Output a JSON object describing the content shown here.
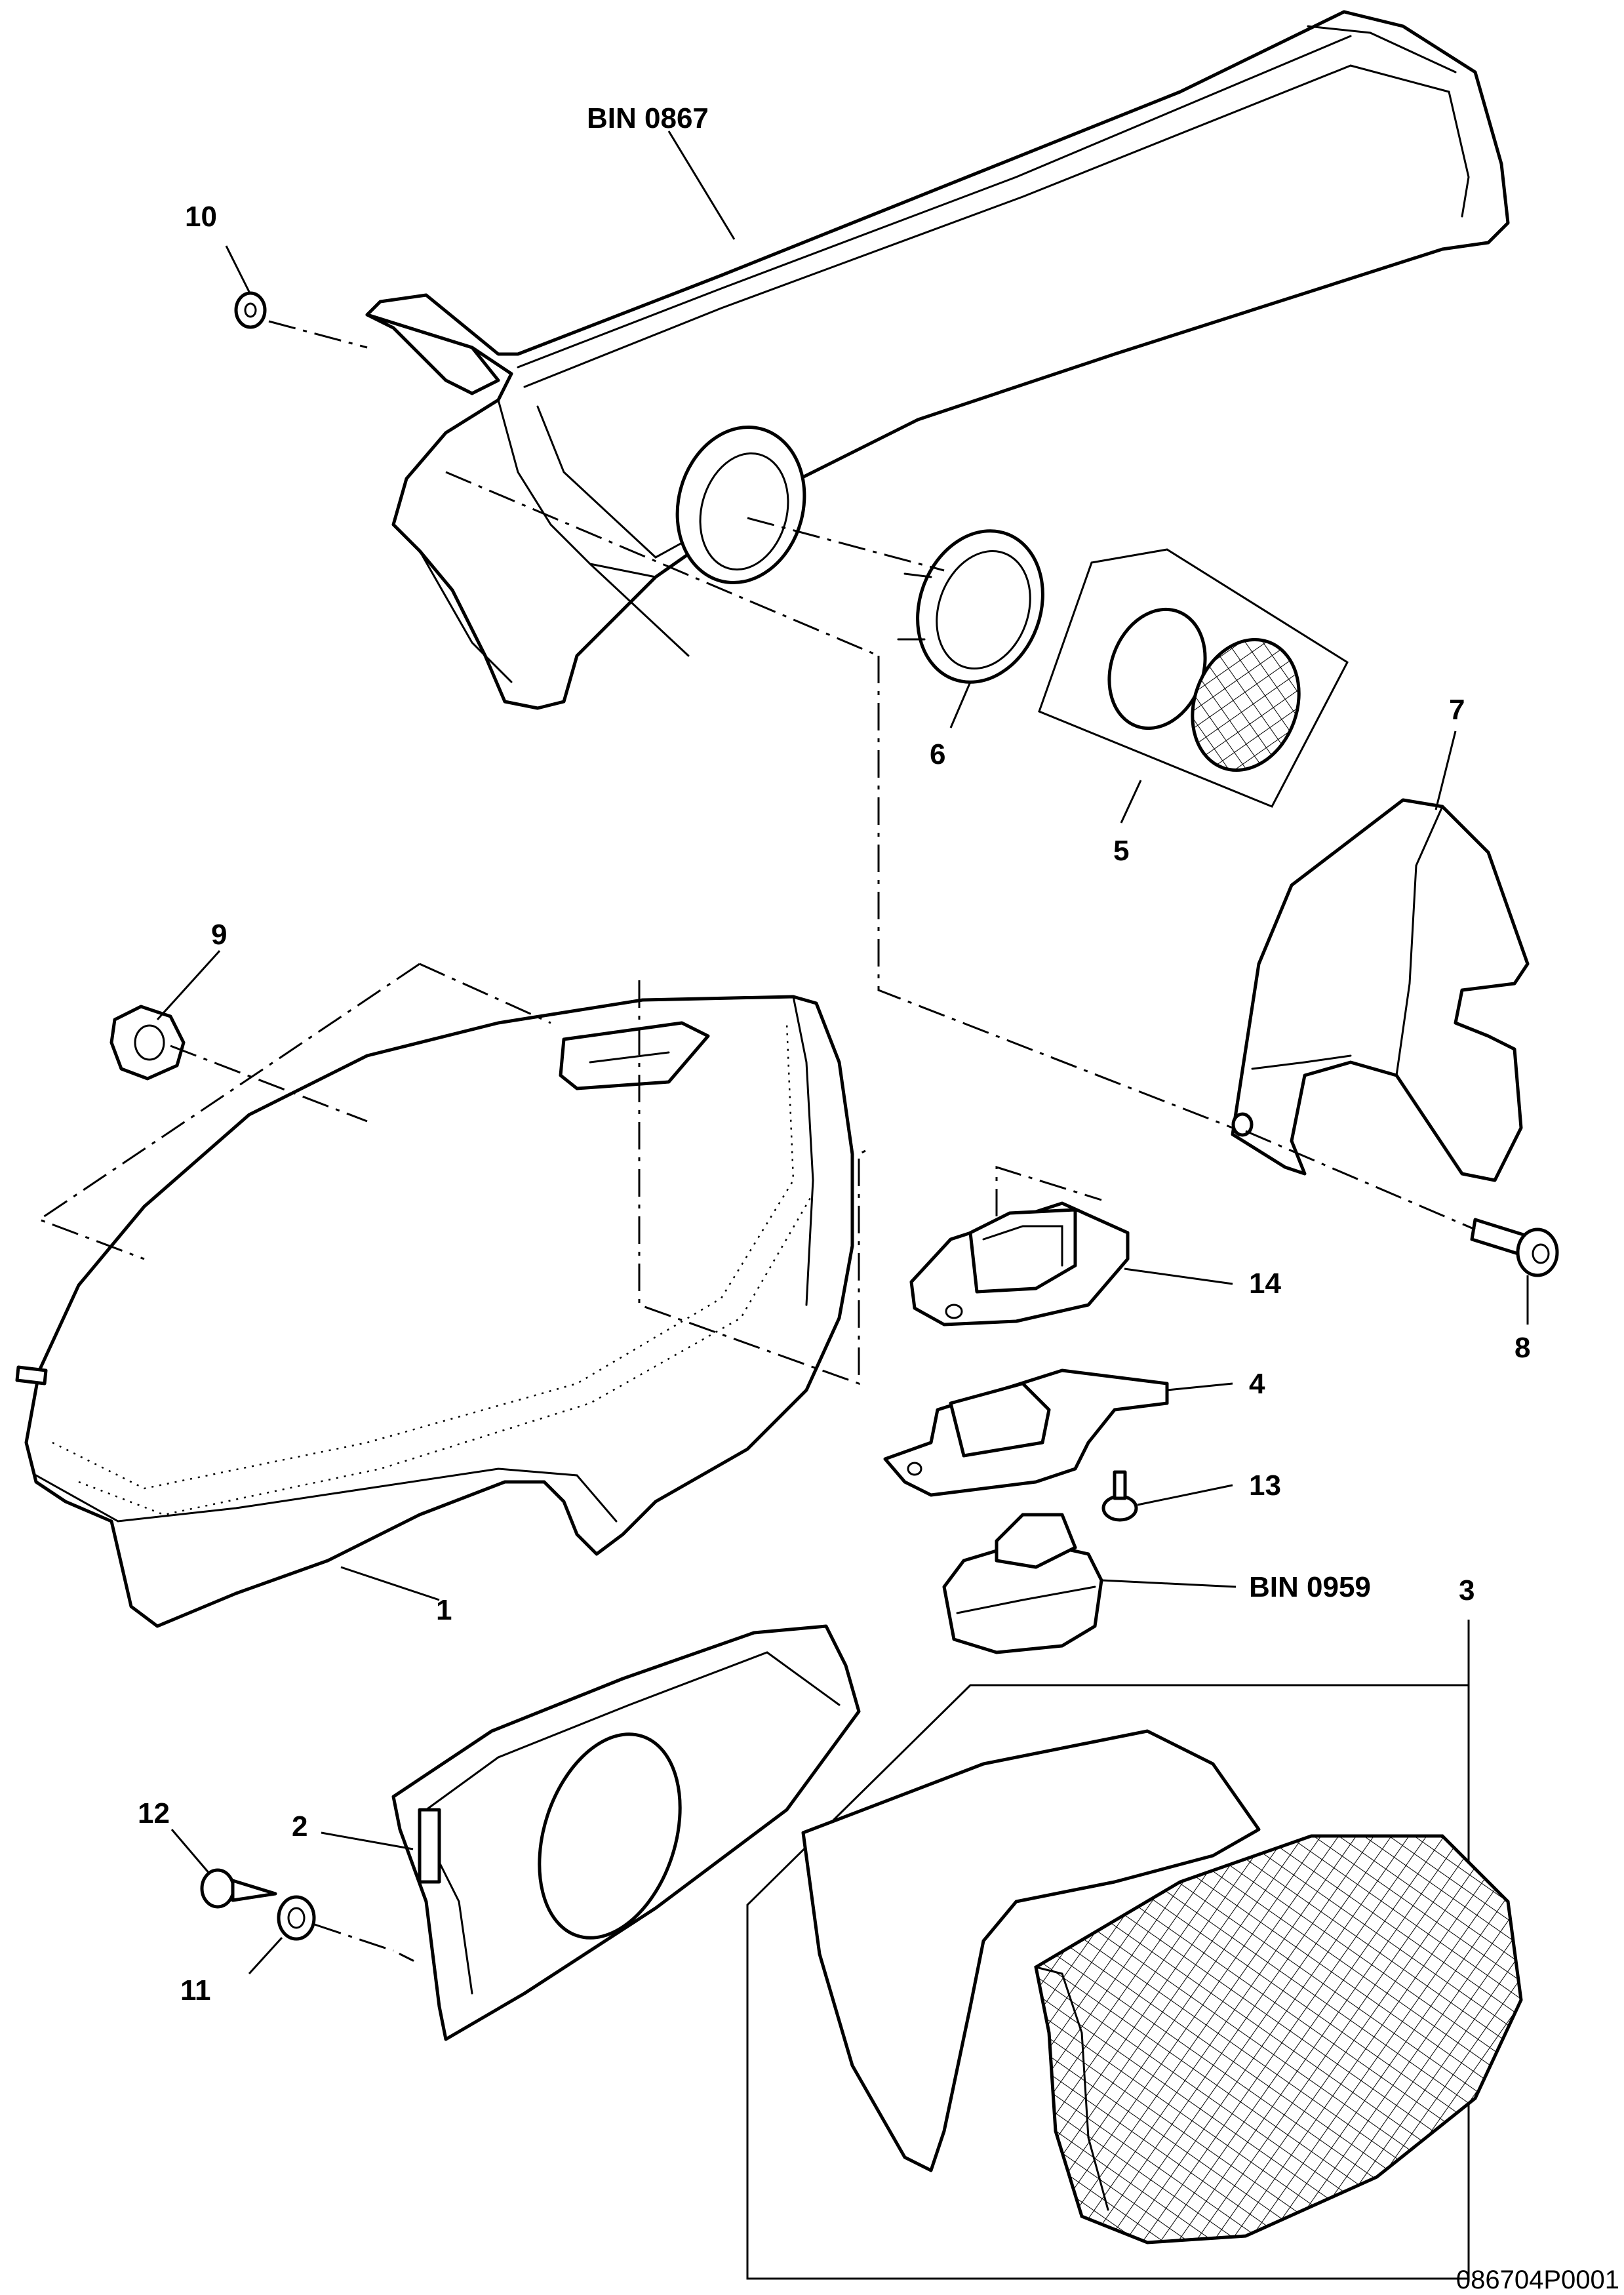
{
  "callouts": {
    "c1": "1",
    "c2": "2",
    "c3": "3",
    "c4": "4",
    "c5": "5",
    "c6": "6",
    "c7": "7",
    "c8": "8",
    "c9": "9",
    "c10": "10",
    "c11": "11",
    "c12": "12",
    "c13": "13",
    "c14": "14",
    "bin_upper": "BIN 0867",
    "bin_switch": "BIN 0959"
  },
  "drawing_number": "086704P0001"
}
